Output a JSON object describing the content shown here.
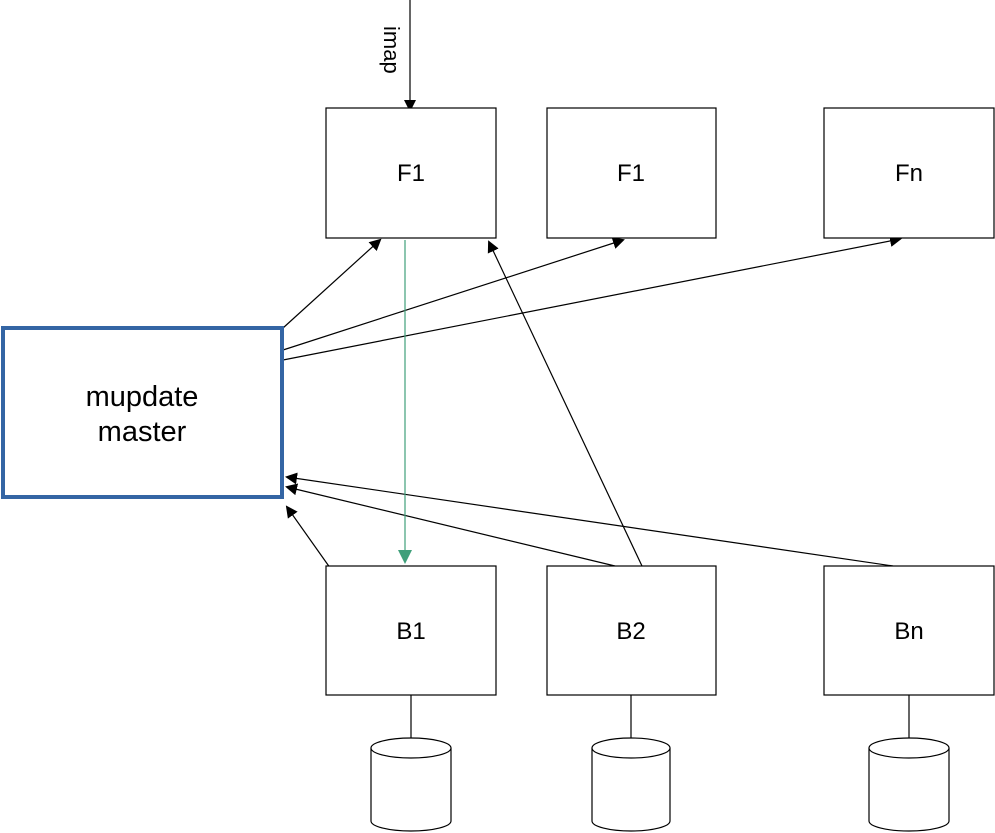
{
  "diagram": {
    "master": {
      "label_line1": "mupdate",
      "label_line2": "master",
      "border_color": "#3465a4"
    },
    "frontends": [
      {
        "label": "F1"
      },
      {
        "label": "F1"
      },
      {
        "label": "Fn"
      }
    ],
    "backends": [
      {
        "label": "B1"
      },
      {
        "label": "B2"
      },
      {
        "label": "Bn"
      }
    ],
    "storage_count": 3,
    "edge_labels": {
      "imap": "imap"
    },
    "colors": {
      "line": "#000000",
      "frontend_to_backend": "#3f9f7a"
    }
  }
}
